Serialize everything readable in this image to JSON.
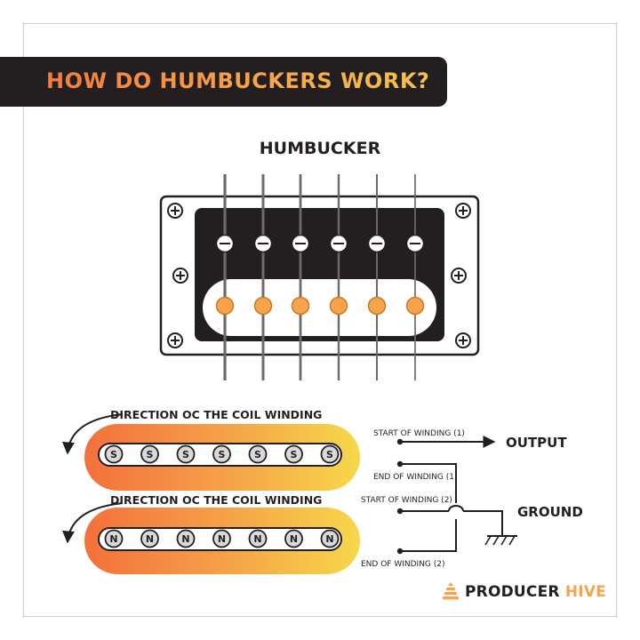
{
  "title": "HOW DO HUMBUCKERS WORK?",
  "humbucker": {
    "label": "HUMBUCKER"
  },
  "coils": [
    {
      "direction_label": "DIRECTION OC THE COIL WINDING",
      "pole_letters": [
        "S",
        "S",
        "S",
        "S",
        "S",
        "S",
        "S"
      ],
      "start_label": "START OF WINDING (1)",
      "end_label": "END OF WINDING (1)"
    },
    {
      "direction_label": "DIRECTION OC THE COIL WINDING",
      "pole_letters": [
        "N",
        "N",
        "N",
        "N",
        "N",
        "N",
        "N"
      ],
      "start_label": "START OF WINDING (2)",
      "end_label": "END OF WINDING (2)"
    }
  ],
  "output_label": "OUTPUT",
  "ground_label": "GROUND",
  "brand": {
    "name_part1": "PRODUCER",
    "name_part2": "HIVE",
    "icon": "hive-stack-icon"
  },
  "colors": {
    "dark": "#231f20",
    "orange": "#f47c3c",
    "yellow": "#f6d84a",
    "pole_orange": "#f6a34a"
  }
}
